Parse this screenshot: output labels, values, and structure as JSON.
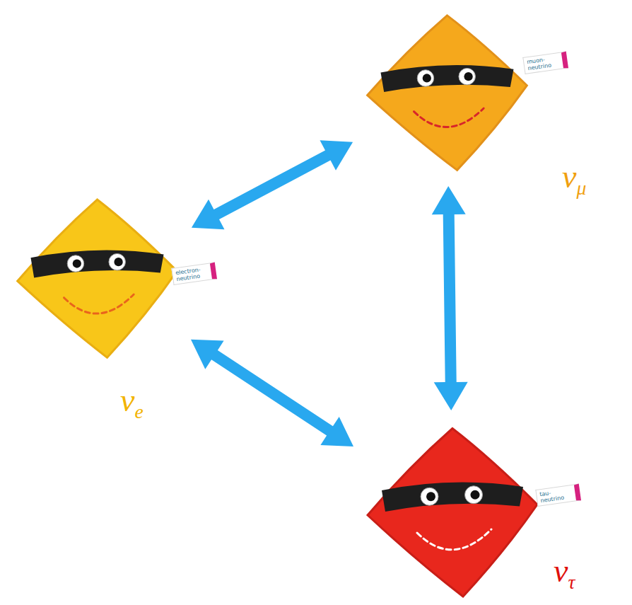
{
  "diagram": {
    "nodes": [
      {
        "text": [
          "muon-neutrino",
          "νμ"
        ]
      },
      {
        "text": [
          "electron-neutrino",
          "νe"
        ]
      },
      {
        "text": [
          "tau-neutrino",
          "ντ"
        ]
      }
    ],
    "edges": [
      {
        "from": 1,
        "to": 0,
        "arrow": "both"
      },
      {
        "from": 0,
        "to": 2,
        "arrow": "both"
      },
      {
        "from": 1,
        "to": 2,
        "arrow": "both"
      }
    ]
  }
}
